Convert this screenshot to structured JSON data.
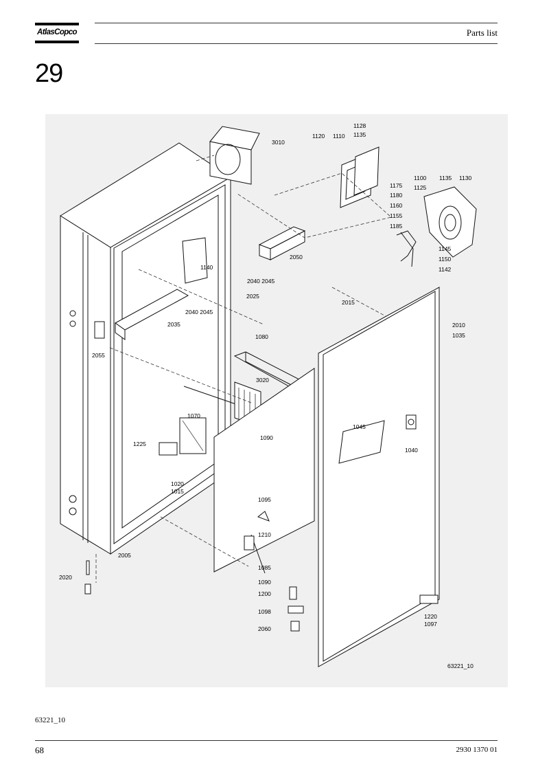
{
  "header": {
    "brand": "AtlasCopco",
    "title": "Parts list"
  },
  "section": {
    "number": "29"
  },
  "figure": {
    "drawing_id": "63221_10",
    "part_labels": [
      "3010",
      "1128",
      "1135",
      "1120",
      "1110",
      "1100",
      "1135",
      "1130",
      "1175",
      "1125",
      "1180",
      "1160",
      "1155",
      "1185",
      "1145",
      "1150",
      "1142",
      "1140",
      "2050",
      "2040 2045",
      "2025",
      "2015",
      "2010",
      "1035",
      "2035",
      "2040 2045",
      "2055",
      "1080",
      "3020",
      "1070",
      "1045",
      "1040",
      "1090",
      "1225",
      "1020",
      "1015",
      "1095",
      "1210",
      "2005",
      "1085",
      "1090",
      "1200",
      "1098",
      "2020",
      "2060",
      "1220",
      "1097"
    ]
  },
  "caption": "63221_10",
  "footer": {
    "page": "68",
    "doc_number": "2930 1370 01"
  }
}
